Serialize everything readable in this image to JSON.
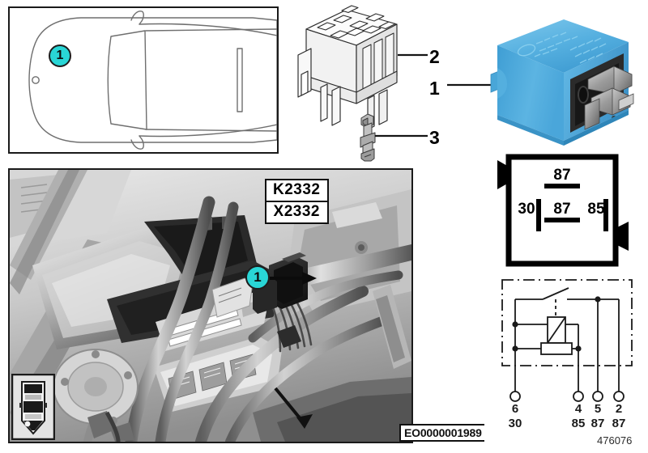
{
  "document": {
    "figure_number": "476076",
    "watermark": "EO0000001989"
  },
  "vehicle_panel": {
    "name": "vehicle-top-view",
    "callout": "1"
  },
  "exploded_parts": {
    "items": [
      {
        "number": "2",
        "name": "relay-socket-housing"
      },
      {
        "number": "1",
        "name": "relay-module"
      },
      {
        "number": "3",
        "name": "contact-terminal-pin"
      }
    ]
  },
  "relay_photo": {
    "name": "blue-relay-photo",
    "body_color": "#4aa8dd",
    "body_color_dark": "#2f7fb5",
    "body_color_light": "#77c4ea"
  },
  "pinout_diagram": {
    "name": "relay-terminal-layout",
    "terminals": [
      {
        "label": "87",
        "orientation": "horizontal",
        "position": "top-center"
      },
      {
        "label": "30",
        "orientation": "vertical",
        "position": "middle-left"
      },
      {
        "label": "87",
        "orientation": "horizontal",
        "position": "middle-center"
      },
      {
        "label": "85",
        "orientation": "vertical",
        "position": "middle-right"
      }
    ]
  },
  "schematic": {
    "name": "relay-circuit-schematic",
    "pins": [
      {
        "pin": "6",
        "designation": "30"
      },
      {
        "pin": "4",
        "designation": "85"
      },
      {
        "pin": "5",
        "designation": "87"
      },
      {
        "pin": "2",
        "designation": "87"
      }
    ],
    "elements": [
      "switch-contact",
      "coil",
      "resistor"
    ]
  },
  "engine_photo": {
    "name": "engine-bay-photo",
    "component_labels": [
      "K2332",
      "X2332"
    ],
    "callout": "1"
  }
}
